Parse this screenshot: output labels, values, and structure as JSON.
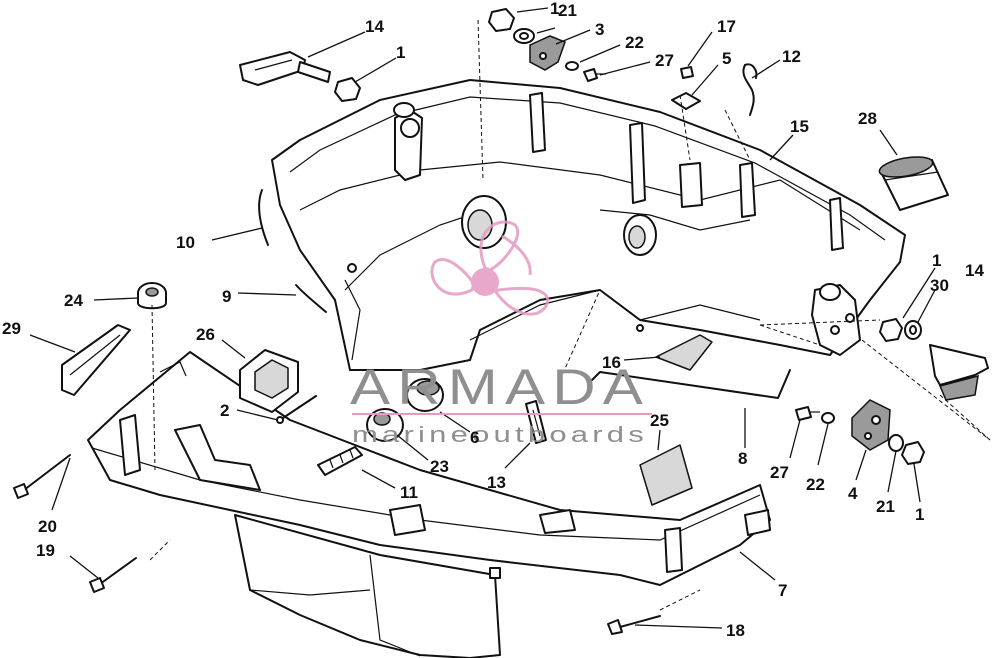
{
  "watermark": {
    "brand": "ARMADA",
    "tagline": "marineoutboards",
    "colors": {
      "logo": "#e49ac2",
      "text": "#8f8f8f",
      "underline": "#e49ac2"
    }
  },
  "callouts": {
    "c1a": "1",
    "c21a": "21",
    "c3": "3",
    "c22a": "22",
    "c17": "17",
    "c5": "5",
    "c27a": "27",
    "c12": "12",
    "c14a": "14",
    "c1b": "1",
    "c15": "15",
    "c28": "28",
    "c10": "10",
    "c9": "9",
    "c1c": "1",
    "c14b": "14",
    "c30": "30",
    "c24": "24",
    "c29": "29",
    "c26": "26",
    "c16": "16",
    "c2": "2",
    "c6": "6",
    "c25": "25",
    "c27b": "27",
    "c22b": "22",
    "c4": "4",
    "c21b": "21",
    "c1d": "1",
    "c8": "8",
    "c23": "23",
    "c11": "11",
    "c13": "13",
    "c20": "20",
    "c19": "19",
    "c7": "7",
    "c18": "18"
  },
  "icons": {
    "logo": "propeller-icon"
  }
}
